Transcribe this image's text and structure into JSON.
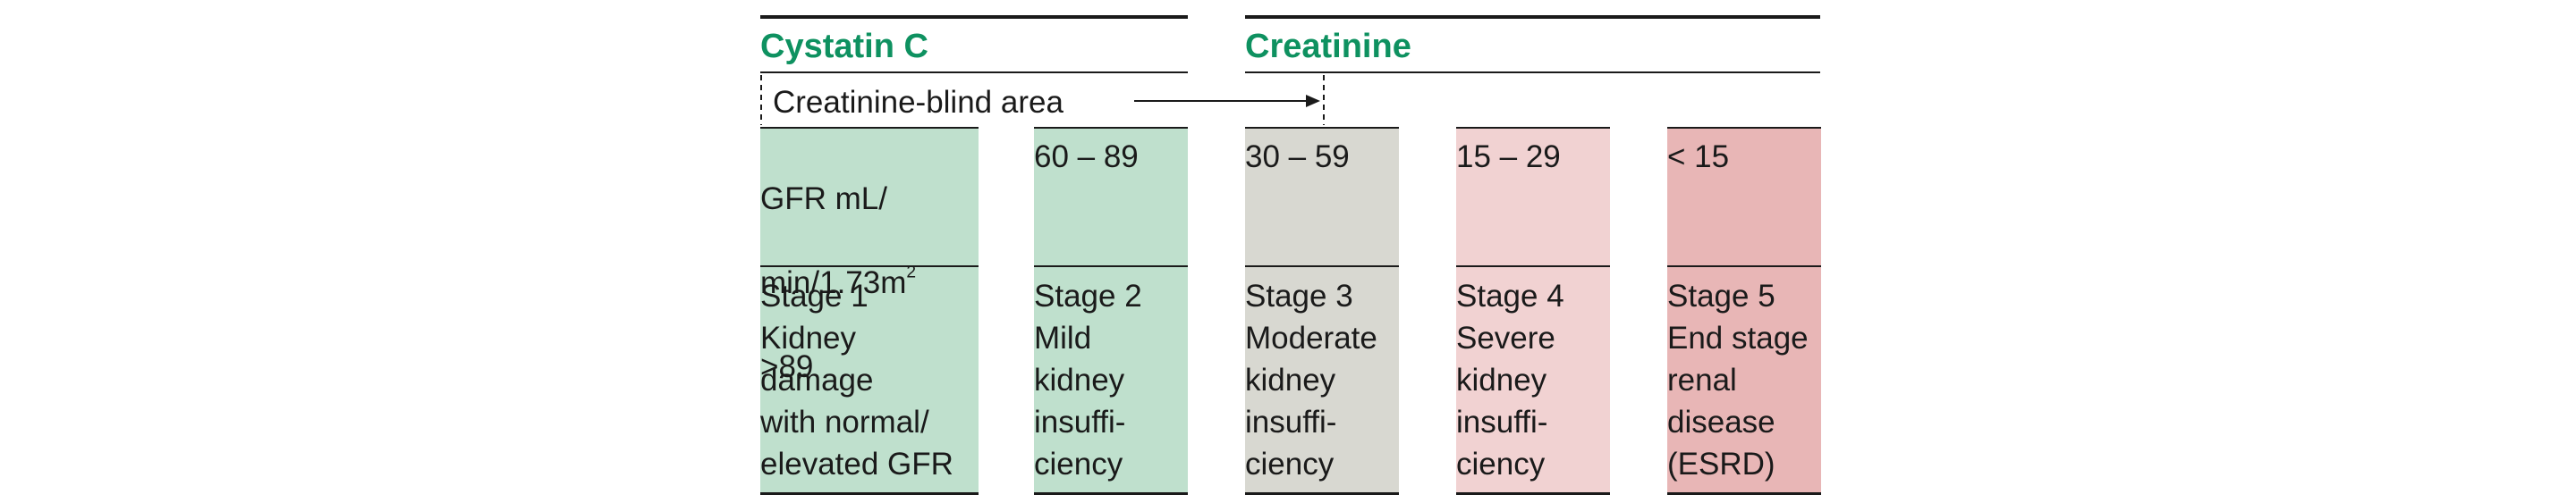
{
  "headings": {
    "left": "Cystatin C",
    "right": "Creatinine"
  },
  "blind_area": {
    "label": "Creatinine-blind area"
  },
  "colors": {
    "heading": "#0e9160",
    "stage1": "#bfe0cd",
    "stage2": "#bfe0cd",
    "stage3": "#d8d8d1",
    "stage4": "#f1d2d2",
    "stage5": "#e8b6b6",
    "rule": "#1a1a1a"
  },
  "stages": [
    {
      "gfr_line1": "GFR mL/",
      "gfr_line2": "min/1.73m",
      "gfr_sup": "2",
      "gfr_line3": ">89",
      "label": "Stage 1",
      "desc": "Kidney\ndamage\nwith normal/\nelevated GFR"
    },
    {
      "gfr": "60 – 89",
      "label": "Stage 2",
      "desc": "Mild\nkidney\ninsuffi-\nciency"
    },
    {
      "gfr": "30 – 59",
      "label": "Stage 3",
      "desc": "Moderate\nkidney\ninsuffi-\nciency"
    },
    {
      "gfr": "15 – 29",
      "label": "Stage 4",
      "desc": "Severe\nkidney\ninsuffi-\nciency"
    },
    {
      "gfr": "< 15",
      "label": "Stage 5",
      "desc": "End stage\nrenal\ndisease\n(ESRD)"
    }
  ]
}
